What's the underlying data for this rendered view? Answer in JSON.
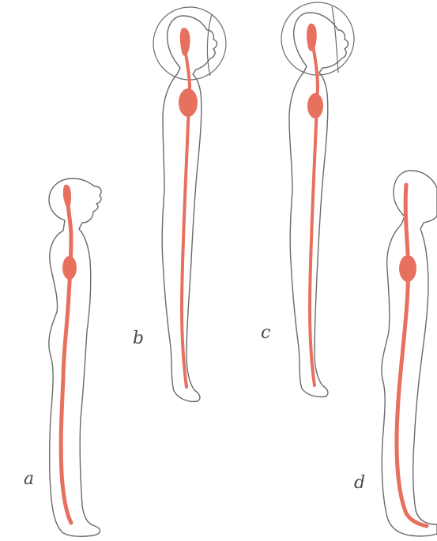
{
  "figure": {
    "labels": {
      "a": "a",
      "b": "b",
      "c": "c",
      "d": "d"
    },
    "colors": {
      "outline": "#6a6a6a",
      "line": "#e8705f",
      "background": "#ffffff"
    }
  }
}
